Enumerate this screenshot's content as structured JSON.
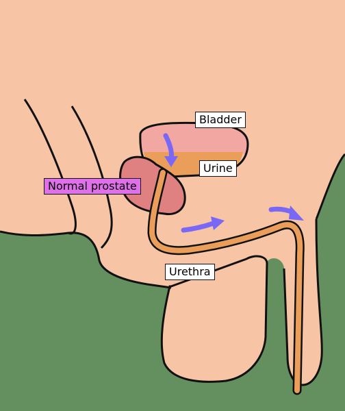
{
  "labels": {
    "bladder": "Bladder",
    "urine": "Urine",
    "prostate": "Normal prostate",
    "urethra": "Urethra"
  },
  "colors": {
    "skin": "#f7c4a5",
    "background_green": "#64905f",
    "bladder": "#f2a7a3",
    "urine": "#ea9e59",
    "prostate": "#de8180",
    "urethra": "#ea9e59",
    "flow_arrow": "#7967f5",
    "prostate_label": "#e070ea",
    "outline": "#111111"
  },
  "icons": {
    "flow": "arrow-icon"
  }
}
